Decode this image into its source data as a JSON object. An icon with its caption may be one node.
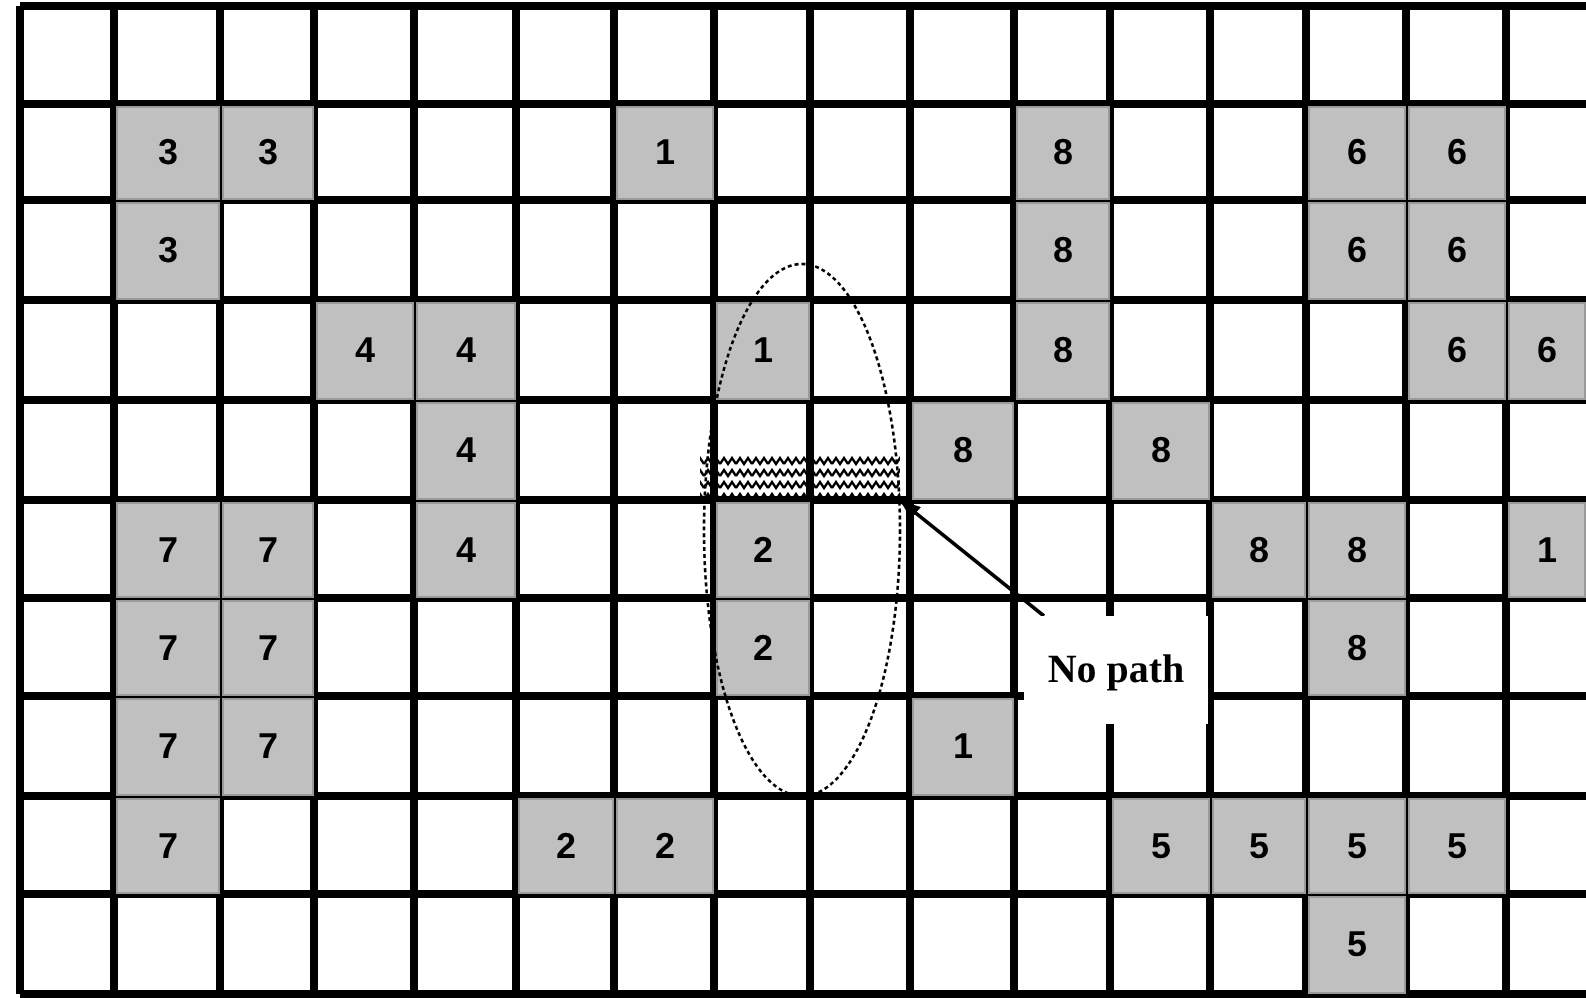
{
  "diagram": {
    "nodes": [
      {
        "text": [
          "No path"
        ]
      },
      {
        "text": [],
        "shape": "bar"
      }
    ],
    "edges": [
      {
        "from": 0,
        "to": 1,
        "arrow": "to"
      }
    ],
    "labels": [
      "3",
      "3",
      "1",
      "8",
      "6",
      "6",
      "3",
      "8",
      "6",
      "6",
      "4",
      "4",
      "1",
      "8",
      "6",
      "6",
      "4",
      "8",
      "8",
      "7",
      "7",
      "4",
      "2",
      "8",
      "8",
      "1",
      "7",
      "7",
      "2",
      "8",
      "7",
      "7",
      "1",
      "7",
      "2",
      "2",
      "5",
      "5",
      "5",
      "5",
      "5"
    ]
  }
}
